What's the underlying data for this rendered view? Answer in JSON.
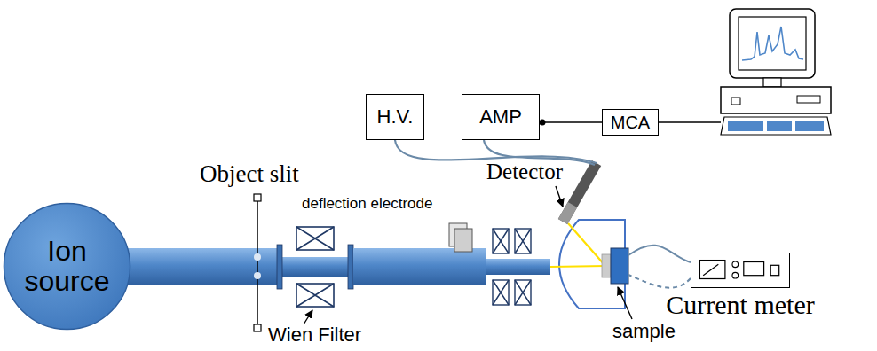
{
  "diagram": {
    "nodes": [
      {
        "text": [
          "H.V."
        ]
      },
      {
        "text": [
          "AMP"
        ]
      },
      {
        "text": [
          "MCA"
        ]
      },
      {
        "text": [
          "Ion source"
        ]
      },
      {
        "text": [
          "Current meter"
        ]
      }
    ],
    "edges": [
      {
        "from": 1,
        "to": 2,
        "arrow": "none"
      }
    ],
    "labels": [
      "Object slit",
      "deflection electrode",
      "Detector",
      "Wien Filter",
      "sample"
    ]
  }
}
